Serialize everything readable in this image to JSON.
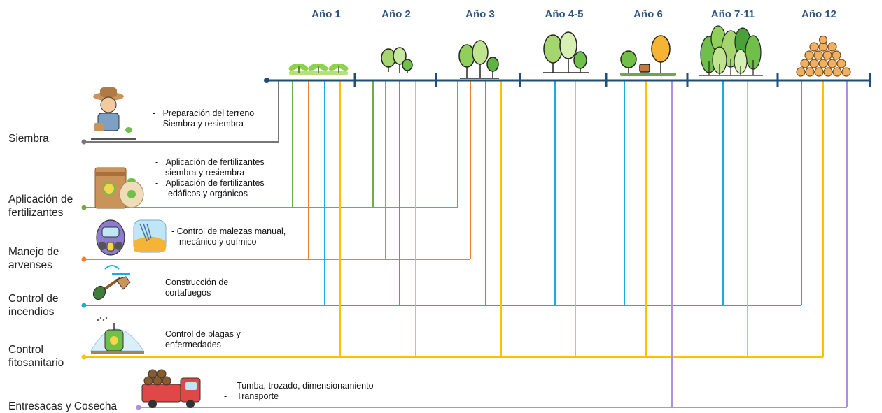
{
  "years": [
    "Año 1",
    "Año 2",
    "Año 3",
    "Año 4-5",
    "Año 6",
    "Año 7-11",
    "Año 12"
  ],
  "categories": [
    {
      "label": "Siembra",
      "color": "#777777"
    },
    {
      "label": "Aplicación de fertilizantes",
      "color": "#70ad47"
    },
    {
      "label": "Manejo de arvenses",
      "color": "#ed7d31"
    },
    {
      "label": "Control de incendios",
      "color": "#1ea9e1"
    },
    {
      "label": "Control fitosanitario",
      "color": "#ffc000"
    },
    {
      "label": "Entresacas y Cosecha",
      "color": "#b28ee0"
    }
  ],
  "activities": {
    "siembra": [
      "Preparación del terreno",
      "Siembra y resiembra"
    ],
    "fertilizantes": [
      "Aplicación de fertilizantes",
      "siembra y resiembra",
      "Aplicación de fertilizantes",
      "edáficos y orgánicos"
    ],
    "arvenses": [
      "Control de malezas manual,",
      "mecánico y químico"
    ],
    "incendios": [
      "Construcción de",
      "cortafuegos"
    ],
    "fitosanitario": [
      "Control de plagas y",
      "enfermedades"
    ],
    "cosecha": [
      "Tumba, trozado, dimensionamiento",
      "Transporte"
    ]
  },
  "timeline_color": "#1f4e79"
}
